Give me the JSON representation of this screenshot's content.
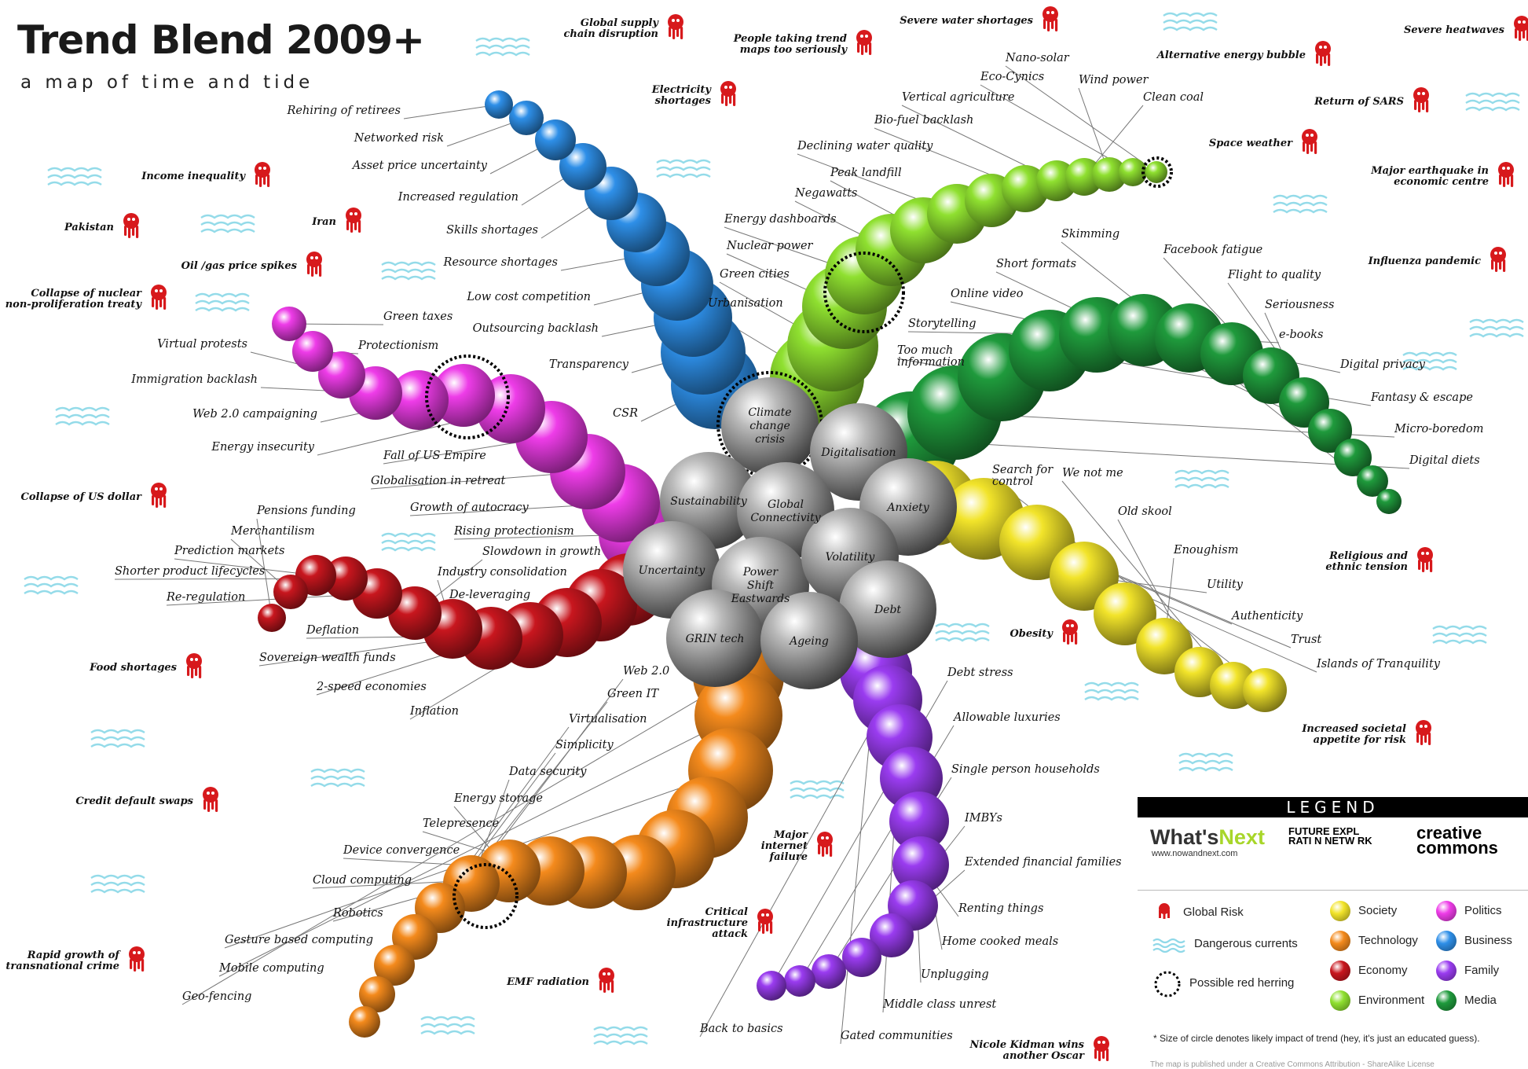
{
  "header": {
    "title": "Trend Blend 2009+",
    "subtitle": "a map of time and tide"
  },
  "core": [
    {
      "label": "Climate change crisis"
    },
    {
      "label": "Digitalisation"
    },
    {
      "label": "Sustainability"
    },
    {
      "label": "Global Connectivity"
    },
    {
      "label": "Anxiety"
    },
    {
      "label": "Uncertainty"
    },
    {
      "label": "Power Shift Eastwards"
    },
    {
      "label": "Volatility"
    },
    {
      "label": "Debt"
    },
    {
      "label": "GRIN tech"
    },
    {
      "label": "Ageing"
    }
  ],
  "arms": [
    {
      "category": "Business",
      "color": "#2e8fe8",
      "labels": [
        "Rehiring of retirees",
        "Networked risk",
        "Asset price uncertainty",
        "Increased regulation",
        "Skills shortages",
        "Resource shortages",
        "Low cost competition",
        "Outsourcing backlash",
        "Transparency",
        "CSR"
      ]
    },
    {
      "category": "Environment",
      "color": "#8fe030",
      "labels": [
        "Nano-solar",
        "Eco-Cynics",
        "Wind power",
        "Clean coal",
        "Vertical agriculture",
        "Bio-fuel backlash",
        "Declining water quality",
        "Peak landfill",
        "Negawatts",
        "Energy dashboards",
        "Nuclear power",
        "Green cities",
        "Urbanisation"
      ]
    },
    {
      "category": "Media",
      "color": "#1f9a3c",
      "labels": [
        "Skimming",
        "Facebook fatigue",
        "Flight to quality",
        "Short formats",
        "Seriousness",
        "Online video",
        "e-books",
        "Digital privacy",
        "Storytelling",
        "Fantasy & escape",
        "Too much information",
        "Micro-boredom",
        "Digital diets"
      ]
    },
    {
      "category": "Politics",
      "color": "#ee3ce8",
      "labels": [
        "Green taxes",
        "Protectionism",
        "Virtual protests",
        "Immigration backlash",
        "Web 2.0 campaigning",
        "Energy insecurity",
        "Fall of US Empire",
        "Globalisation in retreat",
        "Growth of autocracy",
        "Rising protectionism"
      ]
    },
    {
      "category": "Society",
      "color": "#f2e42a",
      "labels": [
        "Search for control",
        "We not me",
        "Old skool",
        "Enoughism",
        "Utility",
        "Authenticity",
        "Trust",
        "Islands of Tranquility"
      ]
    },
    {
      "category": "Economy",
      "color": "#c8161e",
      "labels": [
        "Pensions funding",
        "Merchantilism",
        "Prediction markets",
        "Shorter product lifecycles",
        "Re-regulation",
        "Slowdown in growth",
        "Industry consolidation",
        "De-leveraging",
        "Deflation",
        "Sovereign wealth funds",
        "2-speed economies",
        "Inflation"
      ]
    },
    {
      "category": "Technology",
      "color": "#f48a1c",
      "labels": [
        "Web 2.0",
        "Green IT",
        "Virtualisation",
        "Simplicity",
        "Data security",
        "Energy storage",
        "Telepresence",
        "Device convergence",
        "Cloud computing",
        "Robotics",
        "Gesture based computing",
        "Mobile computing",
        "Geo-fencing"
      ]
    },
    {
      "category": "Family",
      "color": "#9a3cf0",
      "labels": [
        "Debt stress",
        "Allowable luxuries",
        "Single person households",
        "IMBYs",
        "Extended financial families",
        "Renting things",
        "Home cooked meals",
        "Unplugging",
        "Middle class unrest",
        "Back to basics",
        "Gated communities"
      ]
    }
  ],
  "risks": [
    {
      "label": "Global supply chain disruption"
    },
    {
      "label": "People taking trend maps too seriously"
    },
    {
      "label": "Severe water shortages"
    },
    {
      "label": "Alternative energy bubble"
    },
    {
      "label": "Severe heatwaves"
    },
    {
      "label": "Electricity shortages"
    },
    {
      "label": "Return of SARS"
    },
    {
      "label": "Income inequality"
    },
    {
      "label": "Space weather"
    },
    {
      "label": "Major earthquake in economic centre"
    },
    {
      "label": "Pakistan"
    },
    {
      "label": "Iran"
    },
    {
      "label": "Oil /gas price spikes"
    },
    {
      "label": "Influenza pandemic"
    },
    {
      "label": "Collapse of nuclear non-proliferation treaty"
    },
    {
      "label": "Collapse of US dollar"
    },
    {
      "label": "Religious and ethnic tension"
    },
    {
      "label": "Obesity"
    },
    {
      "label": "Food shortages"
    },
    {
      "label": "Increased societal appetite for risk"
    },
    {
      "label": "Credit default swaps"
    },
    {
      "label": "Major internet failure"
    },
    {
      "label": "Critical infrastructure attack"
    },
    {
      "label": "Rapid growth of transnational crime"
    },
    {
      "label": "EMF radiation"
    },
    {
      "label": "Nicole Kidman wins another Oscar"
    }
  ],
  "legend": {
    "title": "LEGEND",
    "logo_whatsnext": "What's",
    "logo_whatsnext_accent": "Next",
    "logo_url": "www.nowandnext.com",
    "logo_fe": "FUTURE EXPL RATI N NETW RK",
    "logo_cc": "creative commons",
    "global_risk": "Global Risk",
    "dangerous_currents": "Dangerous currents",
    "red_herring": "Possible red herring",
    "categories": [
      {
        "name": "Society",
        "color": "#f2e42a"
      },
      {
        "name": "Politics",
        "color": "#ee3ce8"
      },
      {
        "name": "Technology",
        "color": "#f48a1c"
      },
      {
        "name": "Business",
        "color": "#2e8fe8"
      },
      {
        "name": "Economy",
        "color": "#c8161e"
      },
      {
        "name": "Family",
        "color": "#9a3cf0"
      },
      {
        "name": "Environment",
        "color": "#8fe030"
      },
      {
        "name": "Media",
        "color": "#1f9a3c"
      }
    ],
    "note": "* Size of circle denotes likely impact of trend (hey, it's just an educated guess).",
    "license": "The map is published under a Creative Commons Attribution - ShareAlike License"
  }
}
